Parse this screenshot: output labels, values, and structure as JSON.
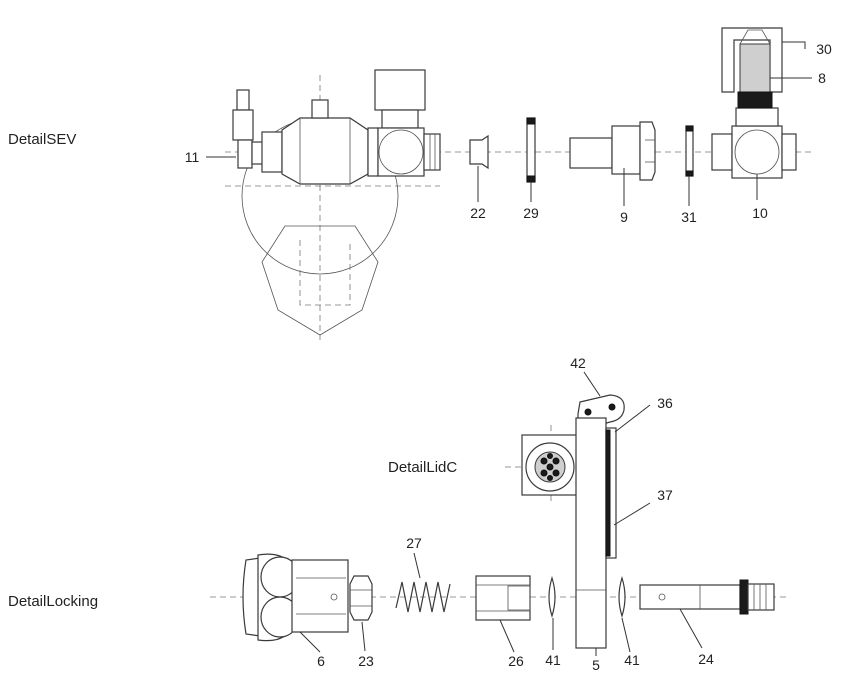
{
  "labels": {
    "detail_sev": "DetailSEV",
    "detail_lidc": "DetailLidC",
    "detail_locking": "DetailLocking"
  },
  "part_numbers": {
    "p11": "11",
    "p22": "22",
    "p29": "29",
    "p9": "9",
    "p31": "31",
    "p10": "10",
    "p30": "30",
    "p8": "8",
    "p42": "42",
    "p36": "36",
    "p37": "37",
    "p27": "27",
    "p6": "6",
    "p23": "23",
    "p26": "26",
    "p41a": "41",
    "p5": "5",
    "p41b": "41",
    "p24": "24"
  },
  "colors": {
    "line": "#3a3a3a",
    "fill_grey": "#cfcfcf",
    "fill_dark": "#1a1a1a"
  }
}
